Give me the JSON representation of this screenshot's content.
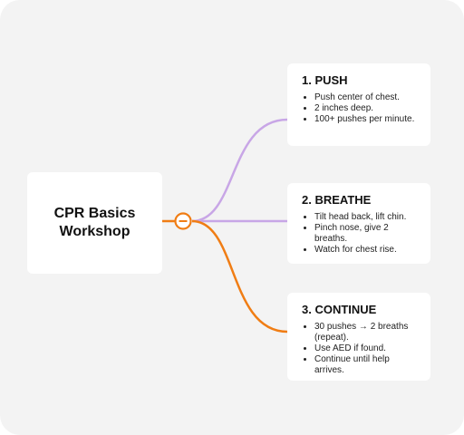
{
  "colors": {
    "background": "#f3f3f3",
    "card": "#ffffff",
    "branch_purple": "#c8a6e6",
    "branch_orange": "#f07d14",
    "text": "#111111"
  },
  "center": {
    "title": "CPR Basics Workshop"
  },
  "toggle": {
    "icon": "collapse-minus-icon"
  },
  "steps": [
    {
      "title": "1. PUSH",
      "branch_color": "#c8a6e6",
      "items": [
        "Push center of chest.",
        "2 inches deep.",
        "100+ pushes per minute."
      ]
    },
    {
      "title": "2. BREATHE",
      "branch_color": "#c8a6e6",
      "items": [
        "Tilt head back, lift chin.",
        "Pinch nose, give 2 breaths.",
        "Watch for chest rise."
      ]
    },
    {
      "title": "3. CONTINUE",
      "branch_color": "#f07d14",
      "items": [
        "30 pushes → 2 breaths (repeat).",
        "Use AED if found.",
        "Continue until help arrives."
      ]
    }
  ]
}
